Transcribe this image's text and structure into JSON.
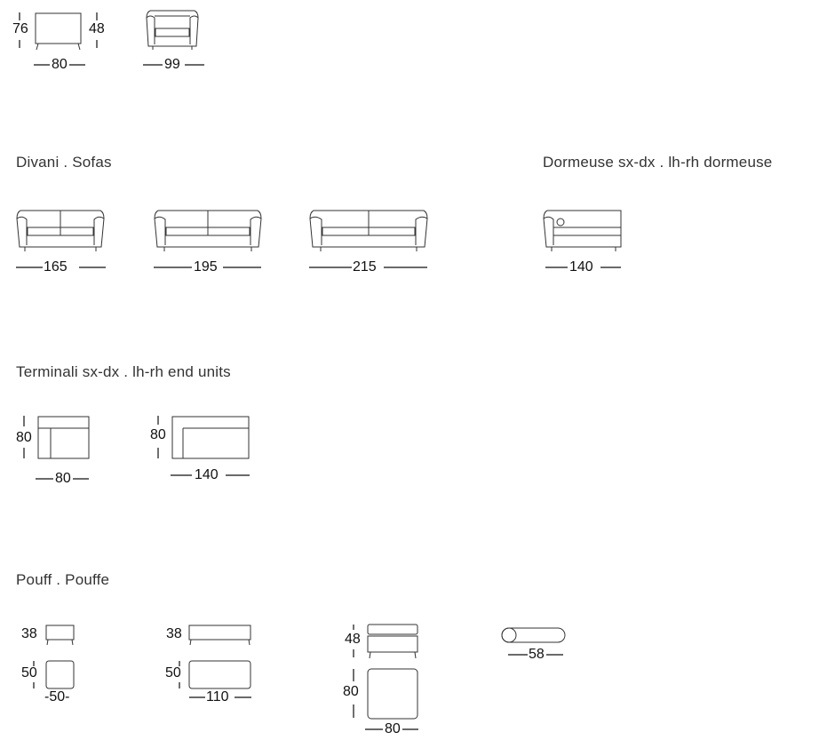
{
  "sections": {
    "sofas": "Divani . Sofas",
    "dormeuse": "Dormeuse sx-dx . lh-rh dormeuse",
    "end_units": "Terminali sx-dx . lh-rh end units",
    "pouffe": "Pouff . Pouffe"
  },
  "top": {
    "height_total": "76",
    "height_arm": "48",
    "depth": "80",
    "armchair_width": "99"
  },
  "sofas": [
    {
      "width": "165"
    },
    {
      "width": "195"
    },
    {
      "width": "215"
    }
  ],
  "dormeuse": {
    "width": "140"
  },
  "end_units": [
    {
      "depth": "80",
      "width": "80"
    },
    {
      "depth": "80",
      "width": "140"
    }
  ],
  "pouffes": {
    "small": {
      "height": "38",
      "depth": "50",
      "width": "-50-"
    },
    "long": {
      "height": "38",
      "depth": "50",
      "width": "110"
    },
    "square": {
      "height": "48",
      "depth": "80",
      "width": "80"
    },
    "roll": {
      "width": "58"
    }
  }
}
